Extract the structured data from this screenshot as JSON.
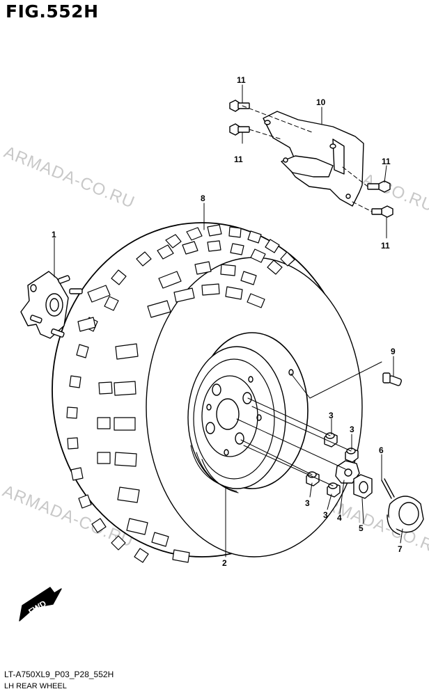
{
  "figure": {
    "title": "FIG.552H"
  },
  "watermark": "ARMADA-CO.RU",
  "callouts": [
    "1",
    "2",
    "3",
    "3",
    "3",
    "3",
    "4",
    "5",
    "6",
    "7",
    "8",
    "9",
    "10",
    "11",
    "11",
    "11",
    "11"
  ],
  "arrow": {
    "label": "FWD"
  },
  "footer": {
    "code": "LT-A750XL9_P03_P28_552H",
    "caption": "LH REAR WHEEL"
  }
}
